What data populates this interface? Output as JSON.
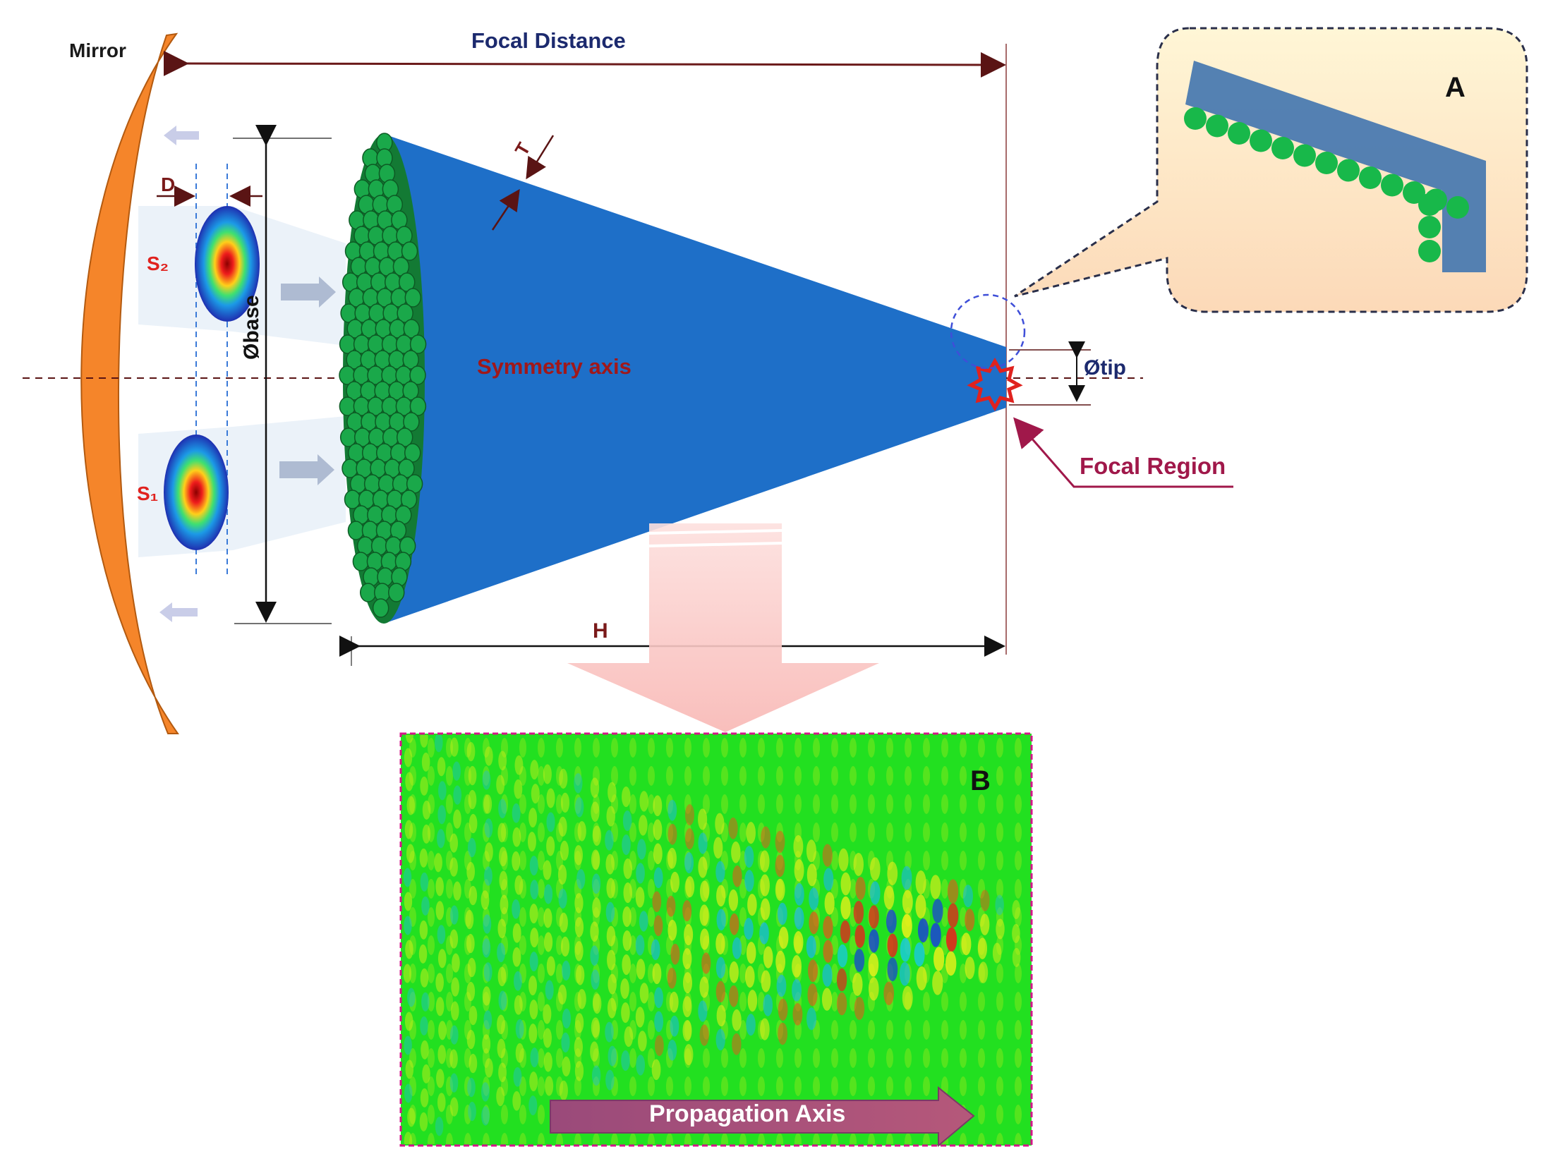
{
  "figure": {
    "mirror_label": "Mirror",
    "focal_distance_label": "Focal Distance",
    "d_label": "D",
    "s2_label": "S₂",
    "s1_label": "S₁",
    "symmetry_axis_label": "Symmetry axis",
    "diameter_base_label": "Øbase",
    "diameter_tip_label": "Øtip",
    "focal_region_label": "Focal Region",
    "height_label": "H",
    "thickness_label": "T",
    "inset_a_label": "A",
    "inset_b_label": "B",
    "propagation_axis_label": "Propagation Axis"
  },
  "colors": {
    "mirror": "#f5852a",
    "cone": "#1e6fc8",
    "spheres": "#1aa84a",
    "inset_a_bg": "#fde8c4",
    "field_bg": "#22e020",
    "accent_red": "#e0221e",
    "focal_region": "#a0184a"
  }
}
